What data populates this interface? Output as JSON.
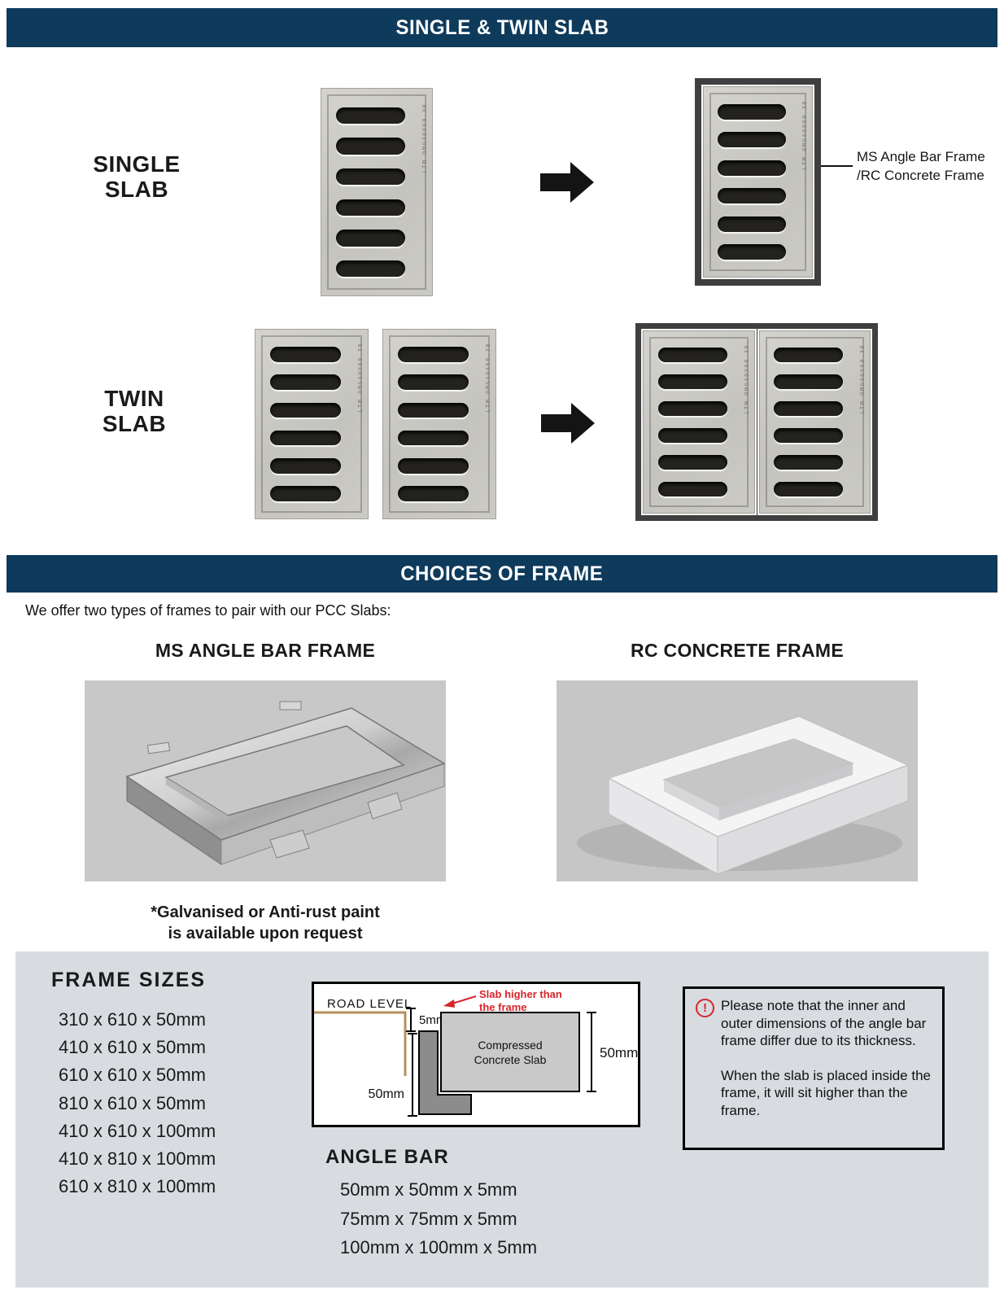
{
  "banners": {
    "top": "SINGLE & TWIN SLAB",
    "choices": "CHOICES OF FRAME"
  },
  "single_row": {
    "label_line1": "SINGLE",
    "label_line2": "SLAB",
    "frame_label_line1": "MS Angle Bar Frame",
    "frame_label_line2": "/RC Concrete Frame"
  },
  "twin_row": {
    "label_line1": "TWIN",
    "label_line2": "SLAB"
  },
  "slab_code": "LTM OMG40X60.30",
  "choices": {
    "intro": "We offer two types of frames to pair with our PCC Slabs:",
    "ms_heading": "MS ANGLE BAR FRAME",
    "rc_heading": "RC CONCRETE FRAME",
    "caption_line1": "*Galvanised or Anti-rust paint",
    "caption_line2": "is available upon request"
  },
  "frame_sizes": {
    "heading": "FRAME SIZES",
    "items": [
      "310 x 610 x 50mm",
      "410 x 610 x 50mm",
      "610 x 610 x 50mm",
      "810 x 610 x 50mm",
      "410 x 610 x 100mm",
      "410 x 810 x 100mm",
      "610 x 810 x 100mm"
    ]
  },
  "diagram": {
    "road_level": "ROAD LEVEL",
    "dim_5mm": "5mm",
    "dim_50mm_left": "50mm",
    "dim_50mm_right": "50mm",
    "slab_label_line1": "Compressed",
    "slab_label_line2": "Concrete Slab",
    "annotation_line1": "Slab higher than",
    "annotation_line2": "the frame"
  },
  "angle_bar": {
    "heading": "ANGLE BAR",
    "items": [
      "50mm x 50mm x 5mm",
      "75mm x 75mm x 5mm",
      "100mm x 100mm x 5mm"
    ]
  },
  "note": {
    "icon_glyph": "!",
    "para1": "Please note that the inner and outer dimensions of the angle bar frame differ due to its thickness.",
    "para2": "When the slab is placed inside the frame, it will sit higher than the frame."
  },
  "colors": {
    "banner_bg": "#0E3A5C",
    "panel_bg": "#D8DBE0",
    "accent_red": "#D6252B",
    "road_line_tan": "#B5905F",
    "frame_border_dark": "#3F3F3F"
  }
}
